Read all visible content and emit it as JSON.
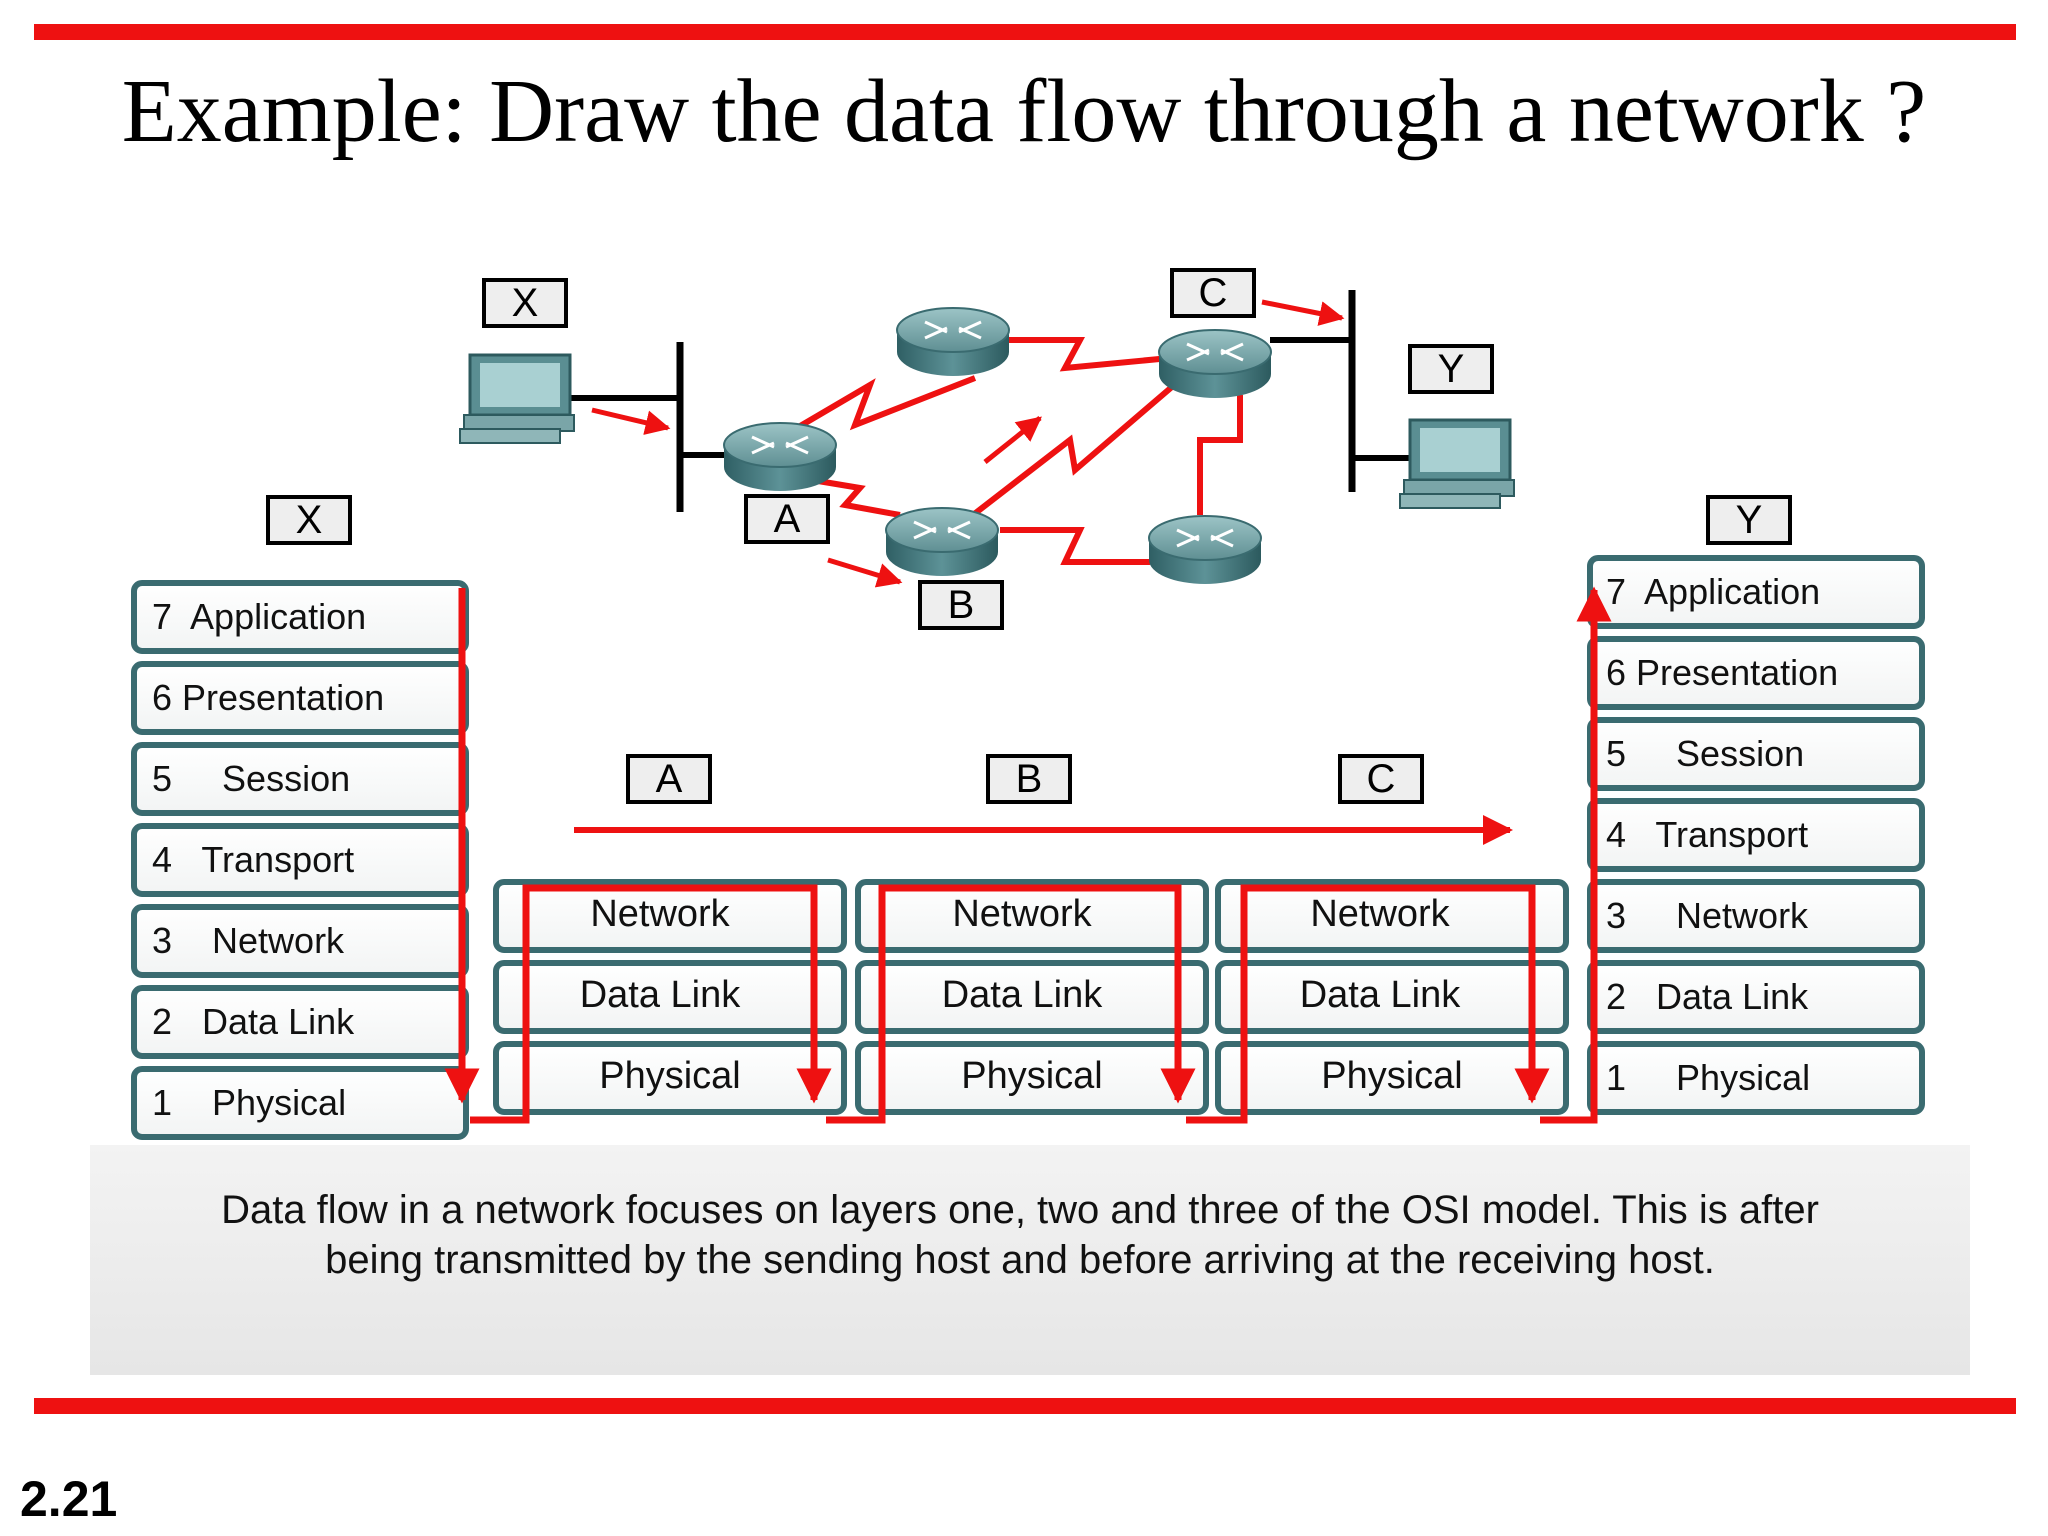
{
  "slide": {
    "title": "Example: Draw the data flow through a network ?",
    "number": "2.21",
    "accent_color": "#ee1111"
  },
  "topology": {
    "labels": [
      "X",
      "Y",
      "A",
      "B",
      "C"
    ],
    "hosts": [
      "X",
      "Y"
    ],
    "routers": [
      "A",
      "B",
      "C"
    ]
  },
  "stacks": {
    "host_x": {
      "label": "X",
      "layers": [
        "7  Application",
        "6 Presentation",
        "5     Session",
        "4   Transport",
        "3    Network",
        "2   Data Link",
        "1    Physical"
      ]
    },
    "host_y": {
      "label": "Y",
      "layers": [
        "7  Application",
        "6 Presentation",
        "5     Session",
        "4   Transport",
        "3     Network",
        "2   Data Link",
        "1     Physical"
      ]
    },
    "routers": [
      {
        "label": "A",
        "layers": [
          "Network",
          "Data Link",
          "Physical"
        ]
      },
      {
        "label": "B",
        "layers": [
          "Network",
          "Data Link",
          "Physical"
        ]
      },
      {
        "label": "C",
        "layers": [
          "Network",
          "Data Link",
          "Physical"
        ]
      }
    ]
  },
  "caption": "Data flow in a network focuses on layers one, two and three of the OSI model. This is after being transmitted by the sending host and before arriving at the receiving host."
}
